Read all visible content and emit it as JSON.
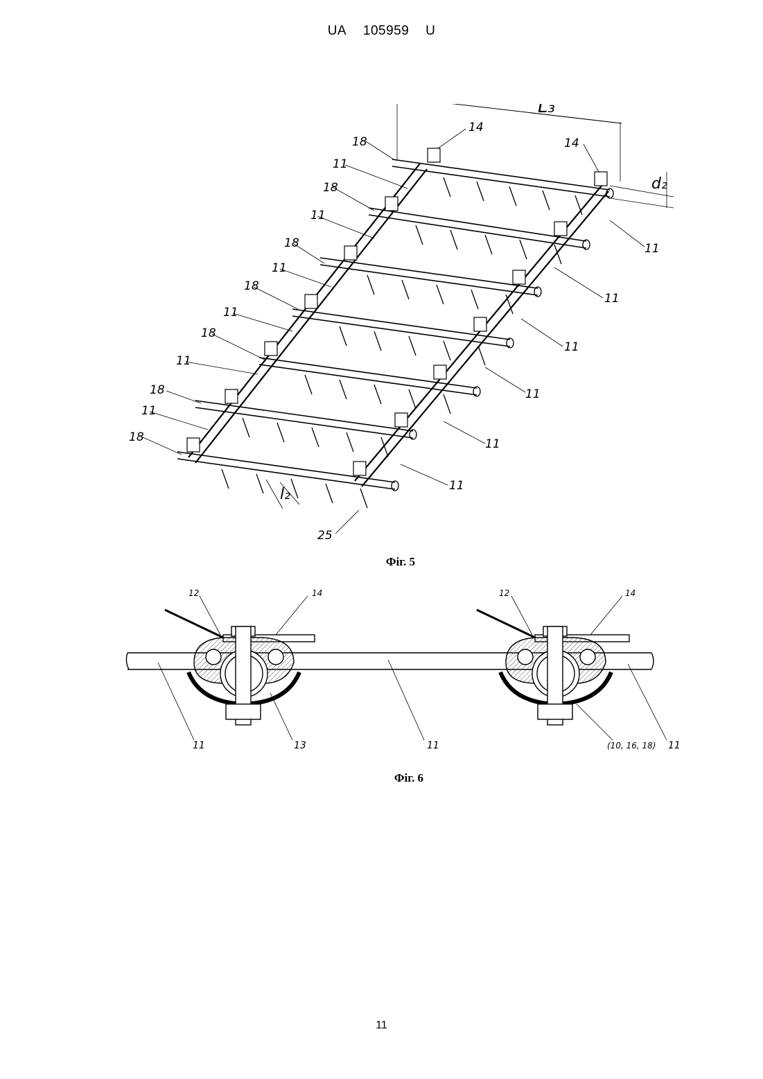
{
  "header": {
    "office": "UA",
    "number": "105959",
    "kind": "U"
  },
  "fig5": {
    "caption": "Фіг. 5",
    "labels": {
      "l3": "L₃",
      "d2": "d₂",
      "l2": "l₂",
      "n14": "14",
      "n18": "18",
      "n11": "11",
      "n25": "25"
    }
  },
  "fig6": {
    "caption": "Фіг. 6",
    "labels": {
      "n12": "12",
      "n14": "14",
      "n11": "11",
      "n13": "13",
      "n_group": "(10, 16, 18)"
    }
  },
  "page_number": "11"
}
